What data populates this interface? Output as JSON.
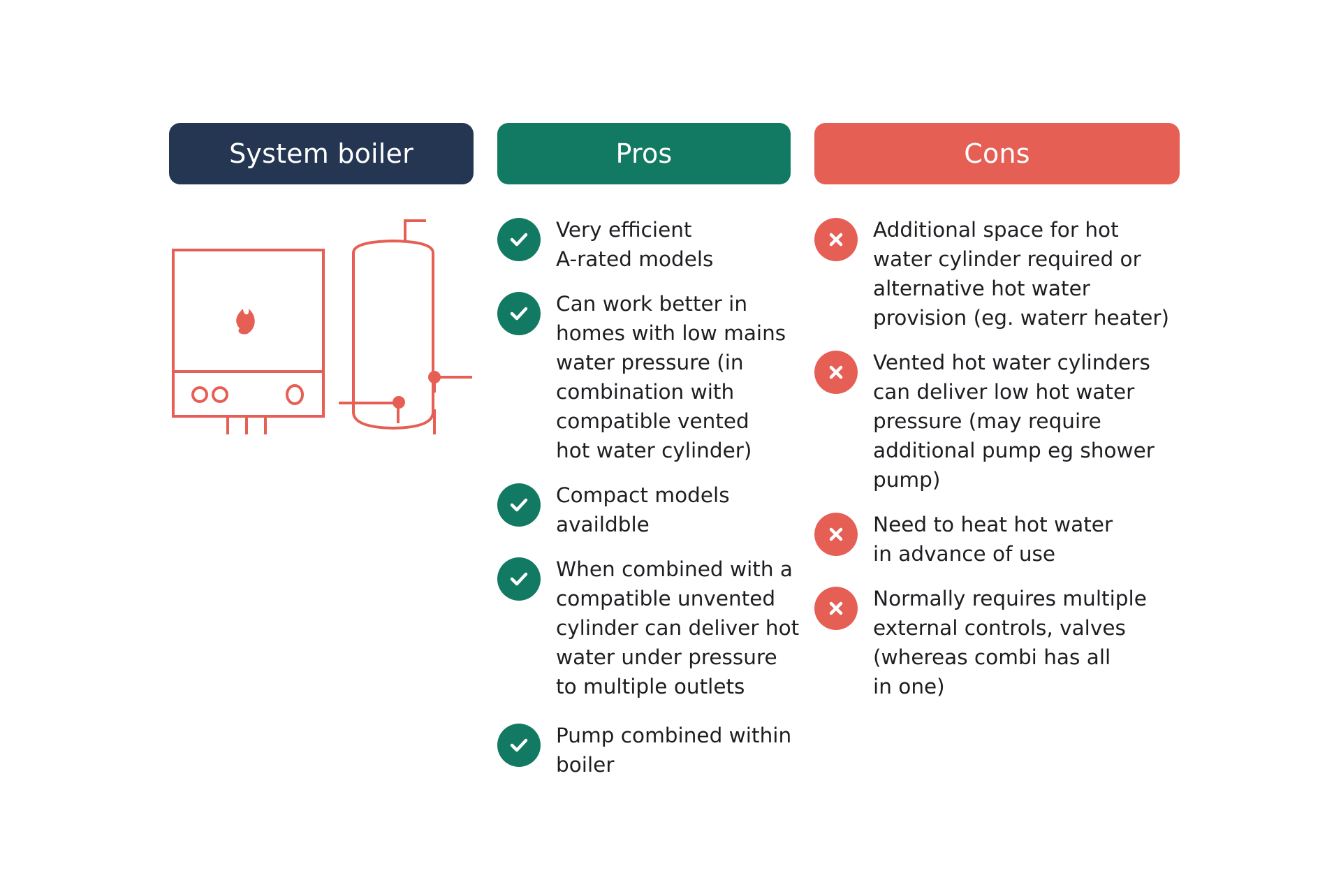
{
  "colors": {
    "boiler_header": "#243651",
    "pros_header": "#127a63",
    "cons_header": "#e65f55",
    "pro_icon": "#127a63",
    "con_icon": "#e65f55",
    "illustration_stroke": "#e65f55"
  },
  "headers": {
    "boiler": "System boiler",
    "pros": "Pros",
    "cons": "Cons"
  },
  "illustration": {
    "icons": [
      "boiler-unit-icon",
      "hot-water-cylinder-icon"
    ]
  },
  "pros": [
    {
      "icon": "check-icon",
      "text": "Very efficient\nA-rated models"
    },
    {
      "icon": "check-icon",
      "text": "Can work better in\nhomes with low mains\nwater pressure (in\ncombination with\ncompatible vented\nhot water cylinder)"
    },
    {
      "icon": "check-icon",
      "text": "Compact models\navaildble"
    },
    {
      "icon": "check-icon",
      "text": "When combined with a\ncompatible unvented\ncylinder can deliver hot\nwater under pressure\nto multiple outlets"
    },
    {
      "icon": "check-icon",
      "text": "Pump combined within\nboiler"
    }
  ],
  "cons": [
    {
      "icon": "cross-icon",
      "text": "Additional space for hot\nwater cylinder required or\nalternative hot water\nprovision (eg. waterr heater)"
    },
    {
      "icon": "cross-icon",
      "text": "Vented hot water cylinders\ncan deliver low hot water\npressure (may require\nadditional pump eg shower\npump)"
    },
    {
      "icon": "cross-icon",
      "text": "Need to heat hot water\nin advance of use"
    },
    {
      "icon": "cross-icon",
      "text": "Normally requires multiple\nexternal controls, valves\n(whereas combi has all\nin one)"
    }
  ]
}
